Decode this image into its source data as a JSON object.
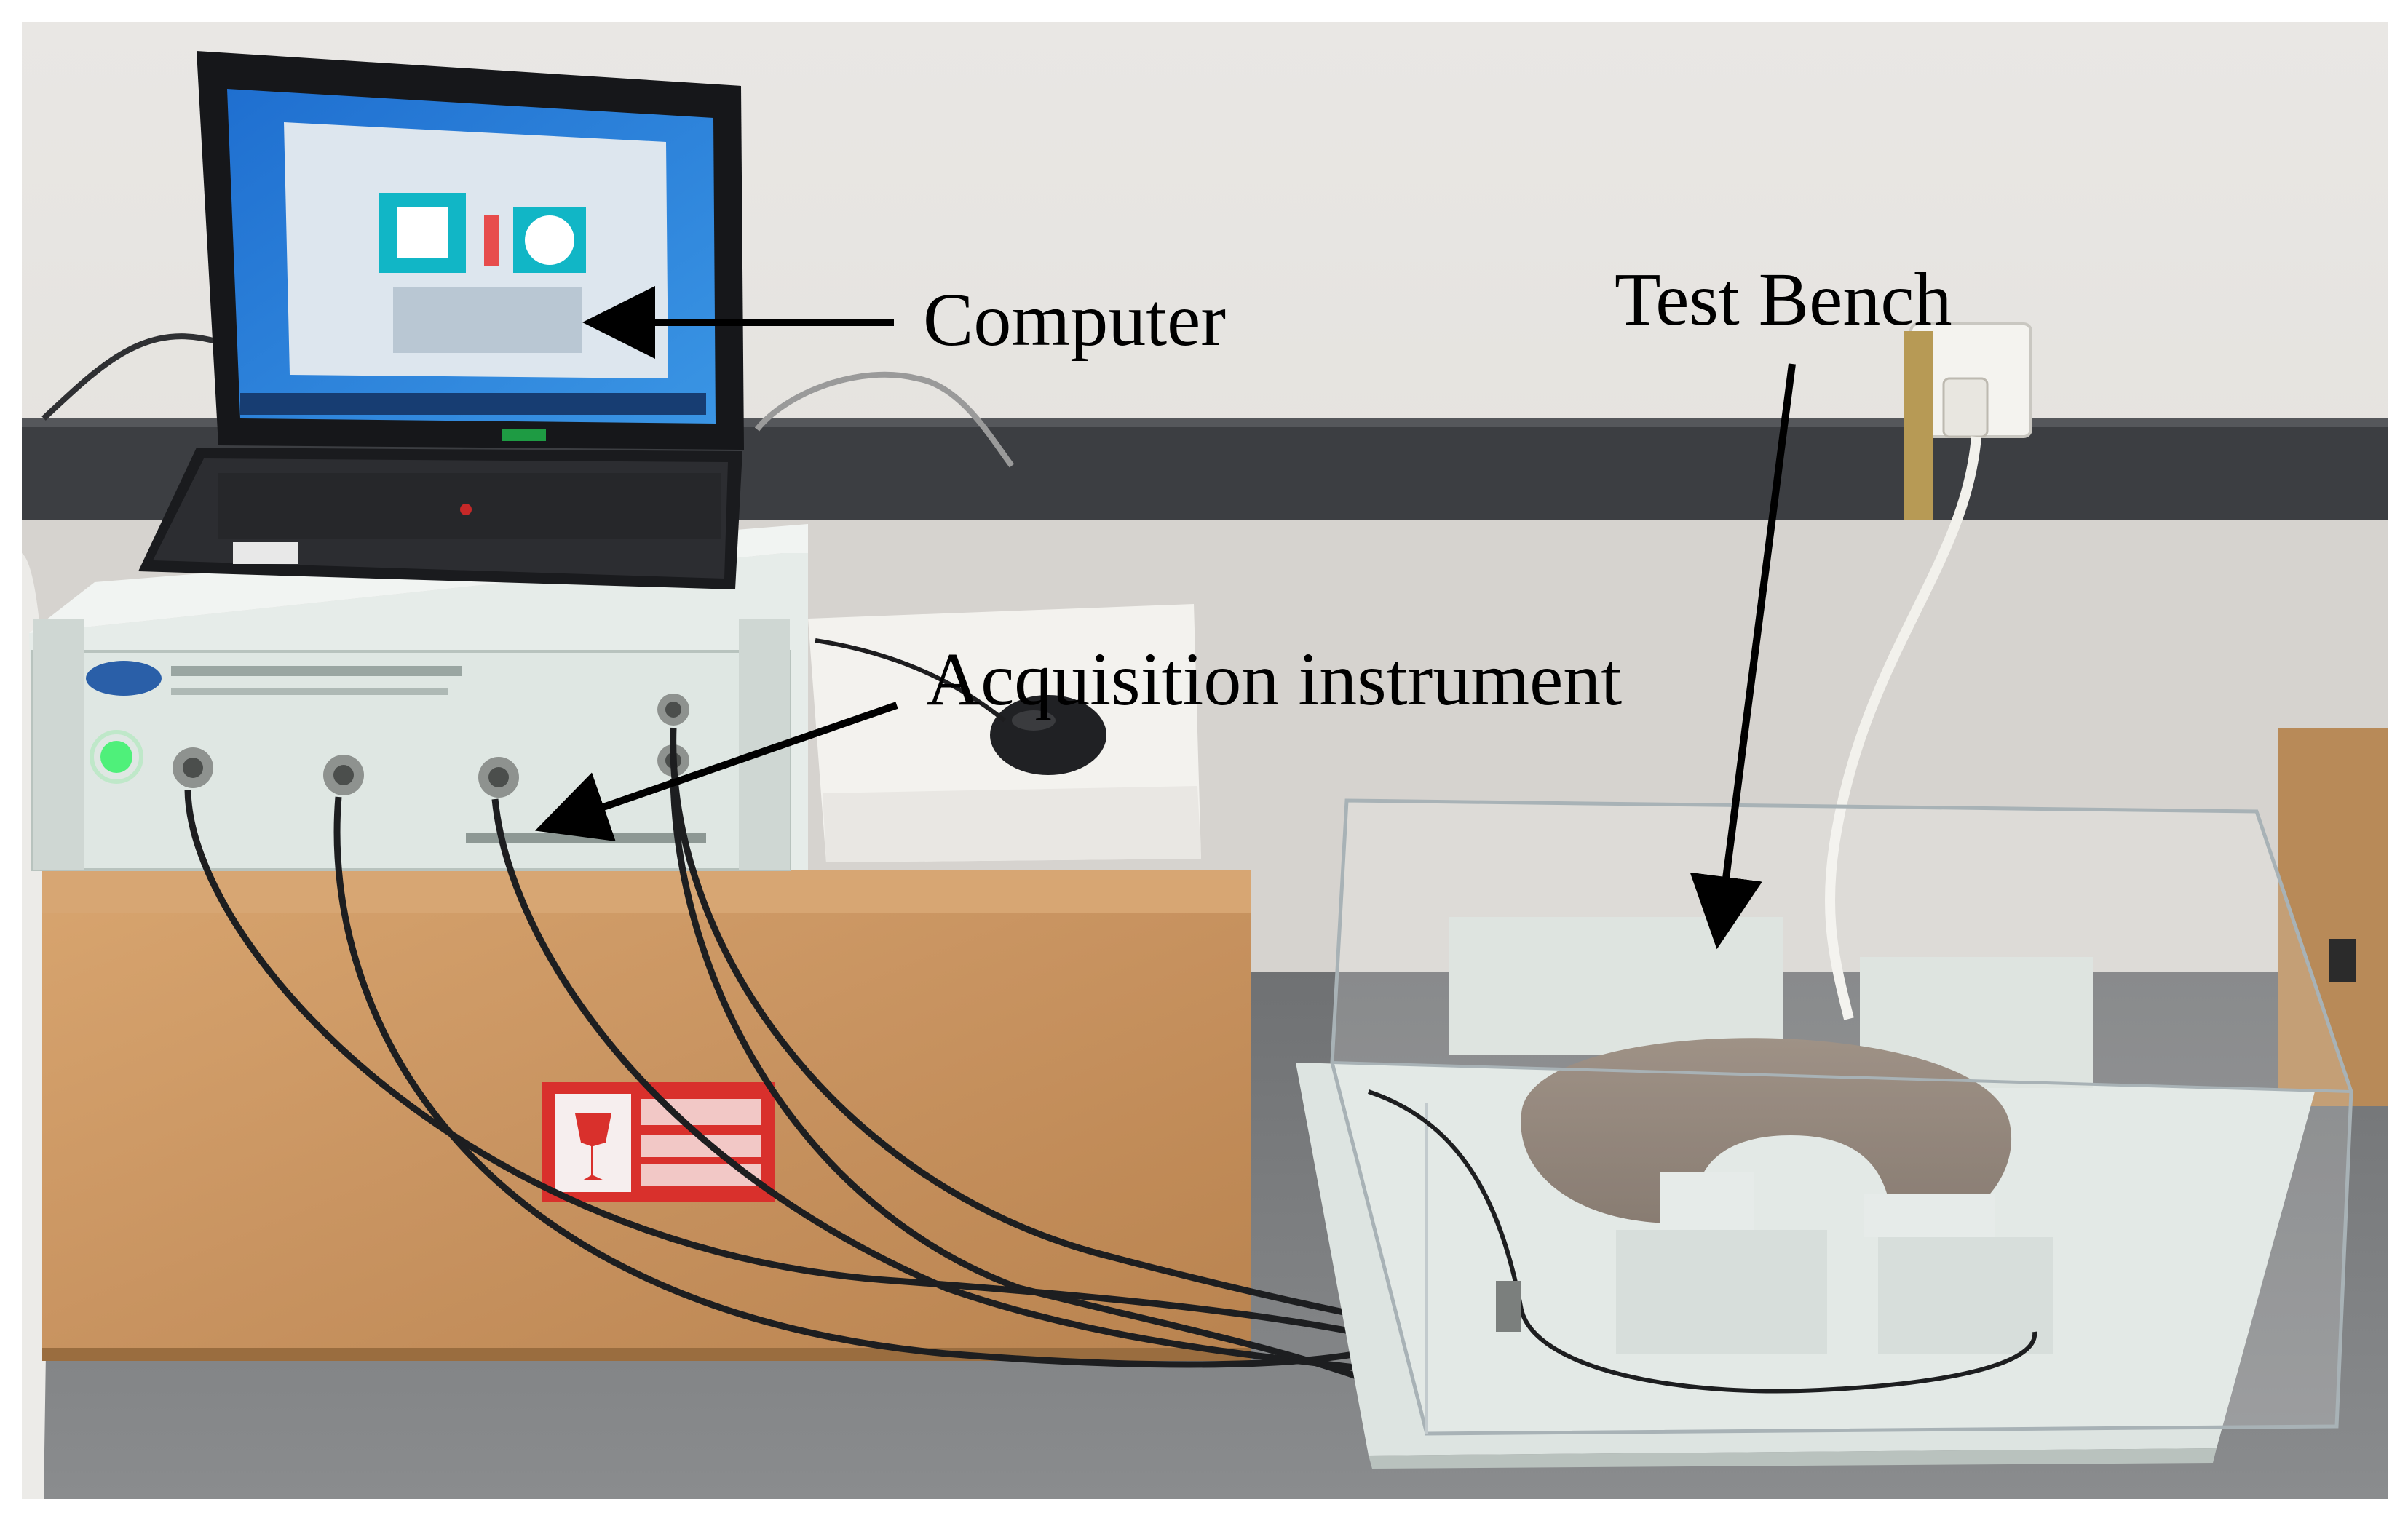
{
  "photo": {
    "labels": {
      "computer": "Computer",
      "acquisition": "Acquisition instrument",
      "test_bench": "Test Bench"
    },
    "colors": {
      "wall": "#e7e4e0",
      "wood": "#c99661",
      "instrument": "#dfe7e3",
      "screen": "#2b7fd6",
      "sticker": "#d9302c",
      "arrow": "#000000"
    }
  }
}
